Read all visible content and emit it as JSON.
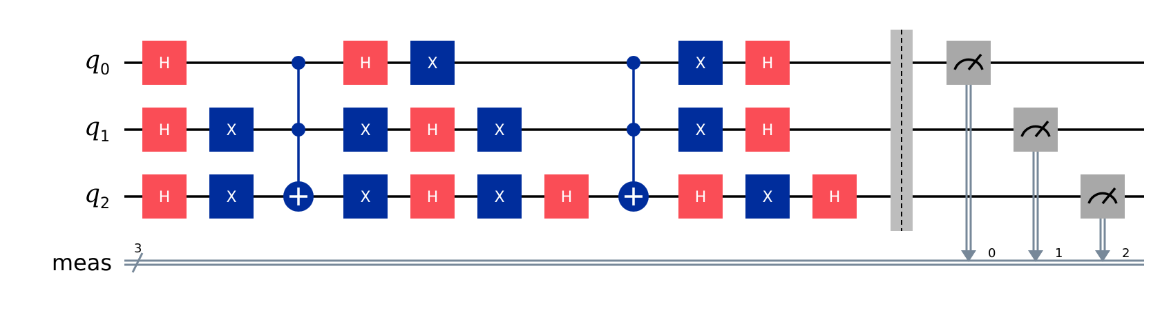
{
  "qubits": [
    {
      "name": "q",
      "index": "0"
    },
    {
      "name": "q",
      "index": "1"
    },
    {
      "name": "q",
      "index": "2"
    }
  ],
  "classical_register": {
    "name": "meas",
    "size": "3",
    "bits": [
      "0",
      "1",
      "2"
    ]
  },
  "colors": {
    "h_gate": "#FA4D56",
    "x_gate": "#002D9C",
    "measure": "#A8A8A8",
    "barrier": "#BDBDBD",
    "classical_wire": "#778899",
    "wire": "#000000"
  },
  "columns": [
    {
      "gates": [
        {
          "type": "H",
          "label": "H",
          "qubit": 0
        },
        {
          "type": "H",
          "label": "H",
          "qubit": 1
        },
        {
          "type": "H",
          "label": "H",
          "qubit": 2
        }
      ]
    },
    {
      "gates": [
        {
          "type": "X",
          "label": "X",
          "qubit": 1
        },
        {
          "type": "X",
          "label": "X",
          "qubit": 2
        }
      ]
    },
    {
      "gates": [
        {
          "type": "CCX",
          "controls": [
            0,
            1
          ],
          "target": 2
        }
      ]
    },
    {
      "gates": [
        {
          "type": "H",
          "label": "H",
          "qubit": 0
        },
        {
          "type": "X",
          "label": "X",
          "qubit": 1
        },
        {
          "type": "X",
          "label": "X",
          "qubit": 2
        }
      ]
    },
    {
      "gates": [
        {
          "type": "X",
          "label": "X",
          "qubit": 0
        },
        {
          "type": "H",
          "label": "H",
          "qubit": 1
        },
        {
          "type": "H",
          "label": "H",
          "qubit": 2
        }
      ]
    },
    {
      "gates": [
        {
          "type": "X",
          "label": "X",
          "qubit": 1
        },
        {
          "type": "X",
          "label": "X",
          "qubit": 2
        }
      ]
    },
    {
      "gates": [
        {
          "type": "H",
          "label": "H",
          "qubit": 2
        }
      ]
    },
    {
      "gates": [
        {
          "type": "CCX",
          "controls": [
            0,
            1
          ],
          "target": 2
        }
      ]
    },
    {
      "gates": [
        {
          "type": "X",
          "label": "X",
          "qubit": 0
        },
        {
          "type": "X",
          "label": "X",
          "qubit": 1
        },
        {
          "type": "H",
          "label": "H",
          "qubit": 2
        }
      ]
    },
    {
      "gates": [
        {
          "type": "H",
          "label": "H",
          "qubit": 0
        },
        {
          "type": "H",
          "label": "H",
          "qubit": 1
        },
        {
          "type": "X",
          "label": "X",
          "qubit": 2
        }
      ]
    },
    {
      "gates": [
        {
          "type": "H",
          "label": "H",
          "qubit": 2
        }
      ]
    },
    {
      "gates": [
        {
          "type": "BARRIER"
        }
      ]
    },
    {
      "gates": [
        {
          "type": "MEASURE",
          "qubit": 0,
          "cbit": 0
        }
      ]
    },
    {
      "gates": [
        {
          "type": "MEASURE",
          "qubit": 1,
          "cbit": 1
        }
      ]
    },
    {
      "gates": [
        {
          "type": "MEASURE",
          "qubit": 2,
          "cbit": 2
        }
      ]
    }
  ]
}
